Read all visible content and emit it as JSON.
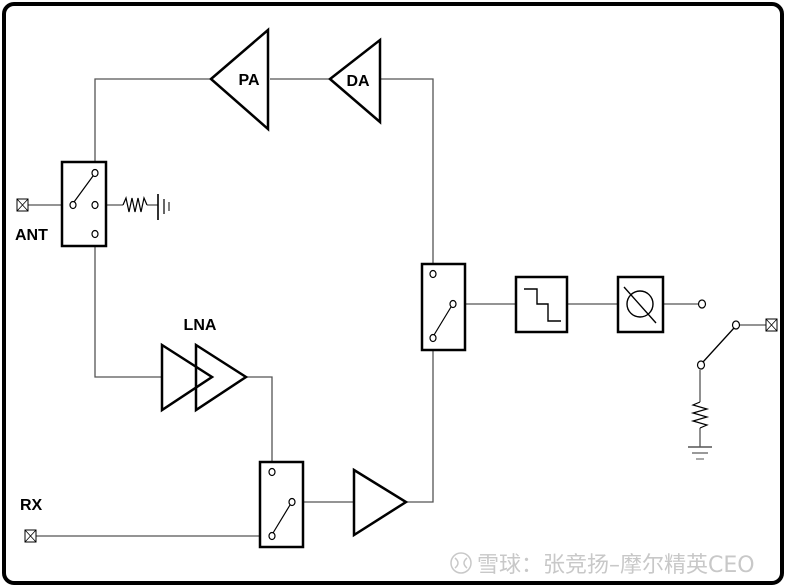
{
  "diagram": {
    "title": "RF front-end block diagram",
    "blocks": {
      "pa": {
        "label": "PA",
        "type": "power-amplifier"
      },
      "da": {
        "label": "DA",
        "type": "driver-amplifier"
      },
      "lna": {
        "label": "LNA",
        "type": "low-noise-amplifier"
      },
      "rx_amp": {
        "label": "",
        "type": "amplifier"
      },
      "ant_switch": {
        "type": "sp3t-switch"
      },
      "tx_rx_switch": {
        "type": "spdt-switch"
      },
      "rx_switch": {
        "type": "spdt-switch"
      },
      "filter": {
        "type": "step-attenuator"
      },
      "phase": {
        "type": "phase-shifter"
      }
    },
    "ports": {
      "ant": {
        "label": "ANT"
      },
      "rx": {
        "label": "RX"
      }
    }
  },
  "watermark": {
    "icon": "xueqiu-logo-icon",
    "text": "雪球：张竞扬–摩尔精英CEO"
  },
  "colors": {
    "stroke": "#000000",
    "wire": "#555555",
    "watermark": "#c8c8c8",
    "background": "#ffffff"
  }
}
